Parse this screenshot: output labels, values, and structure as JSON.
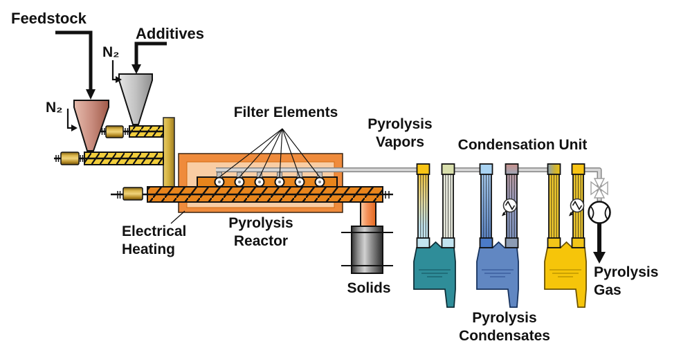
{
  "labels": {
    "feedstock": "Feedstock",
    "additives": "Additives",
    "n2_feedstock": "N₂",
    "n2_additives": "N₂",
    "filter_elements": "Filter Elements",
    "pyrolysis_vapors": "Pyrolysis\nVapors",
    "condensation_unit": "Condensation Unit",
    "electrical_heating": "Electrical\nHeating",
    "pyrolysis_reactor": "Pyrolysis\nReactor",
    "solids": "Solids",
    "pyrolysis_condensates": "Pyrolysis\nCondensates",
    "pyrolysis_gas": "Pyrolysis\nGas"
  },
  "components": {
    "feedstock_hopper": "Feedstock hopper with N₂ purge and screw feeder",
    "additives_hopper": "Additives hopper with N₂ purge and screw feeder",
    "reactor": "Electrically heated screw pyrolysis reactor with 6 internal filter elements",
    "solids_drum": "Solids collection drum below reactor outlet",
    "condensation_unit": "Three-stage condensation unit (teal, blue, yellow vessels) with two heat exchangers",
    "gas_line": "Vapor line to valve, pump and pyrolysis gas outlet"
  },
  "colors": {
    "reactor_frame": "#EF8B3C",
    "reactor_chamber": "#F9CDA4",
    "screw_tube": "#E8851C",
    "feeder_tube": "#F2CE3C",
    "feedstock_hopper": "#C98D7F",
    "additives_hopper": "#C2C2C2",
    "stand_pipe": "#D2AF3E",
    "vessel_stage1": "#2F8D99",
    "vessel_stage2": "#6187C2",
    "vessel_stage3": "#F6C50A",
    "pipe_gray": "#D6D6D6",
    "cap_yellow": "#F8C415",
    "cap_light_blue": "#A9D3F2",
    "solids_drum": "#8C8C8C"
  }
}
